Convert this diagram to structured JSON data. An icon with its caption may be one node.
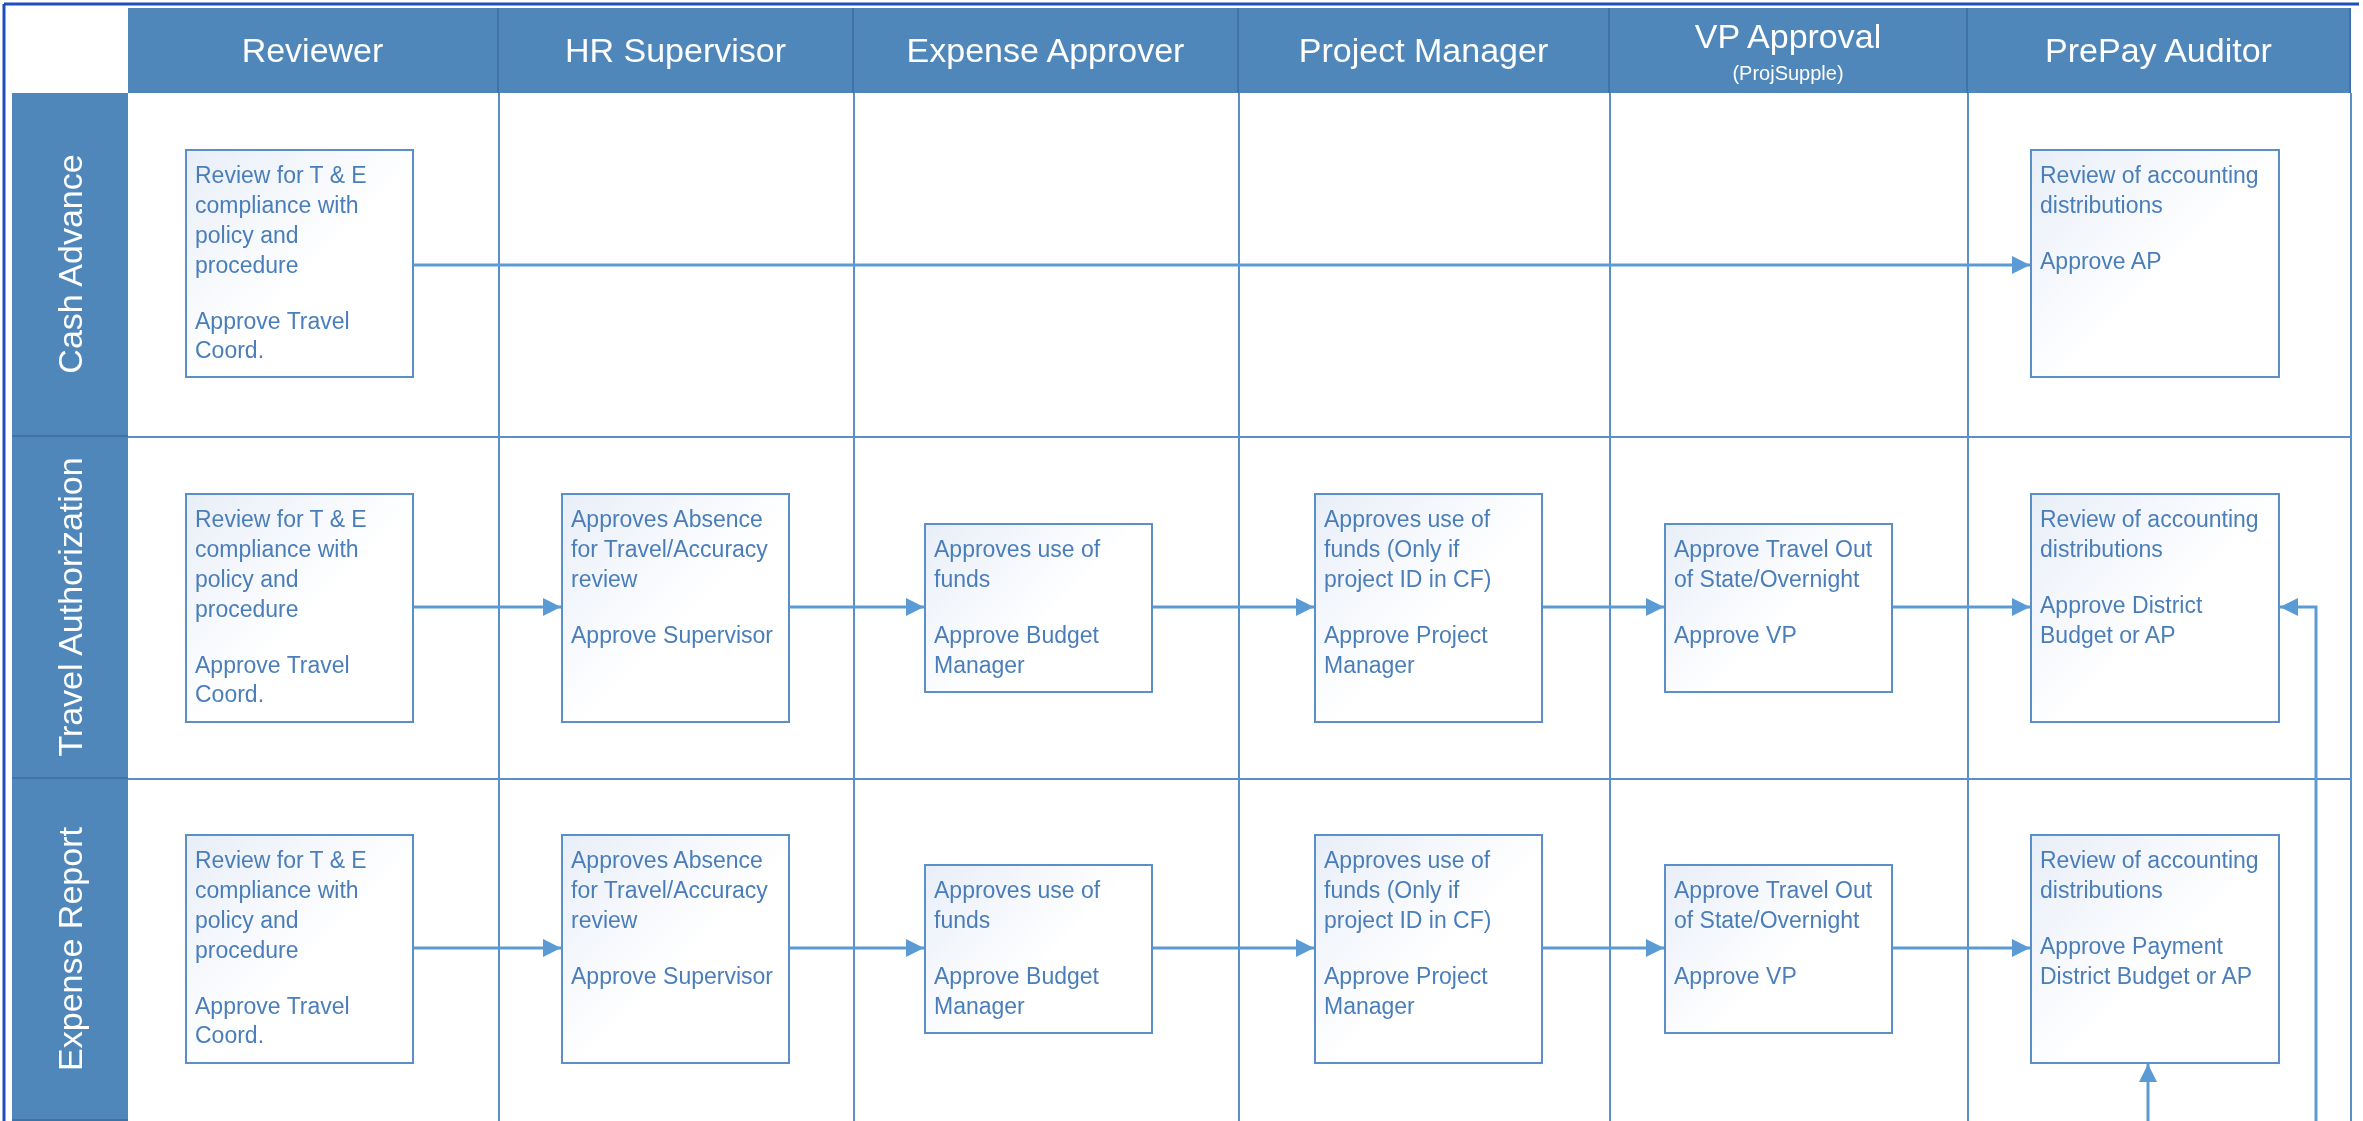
{
  "diagram": {
    "nodes": [
      {
        "text": [
          "Reviewer"
        ]
      },
      {
        "text": [
          "HR Supervisor"
        ]
      },
      {
        "text": [
          "Expense Approver"
        ]
      },
      {
        "text": [
          "Project Manager"
        ]
      },
      {
        "text": [
          "VP Approval",
          "(ProjSupple)"
        ]
      },
      {
        "text": [
          "PrePay Auditor"
        ]
      },
      {
        "text": [
          "Cash Advance"
        ]
      },
      {
        "text": [
          "Travel Authorization"
        ]
      },
      {
        "text": [
          "Expense Report"
        ]
      },
      {
        "text": [
          "Review for T & E compliance with policy and procedure",
          "Approve Travel Coord."
        ]
      },
      {
        "text": [
          "Review of accounting distributions",
          "Approve AP"
        ]
      },
      {
        "text": [
          "Review for T & E compliance with policy and procedure",
          "Approve Travel Coord."
        ]
      },
      {
        "text": [
          "Approves Absence for Travel/Accuracy review",
          "Approve Supervisor"
        ]
      },
      {
        "text": [
          "Approves use of funds",
          "Approve Budget Manager"
        ]
      },
      {
        "text": [
          "Approves use of funds (Only if project ID in CF)",
          "Approve Project Manager"
        ]
      },
      {
        "text": [
          "Approve Travel Out of State/Overnight",
          "Approve VP"
        ]
      },
      {
        "text": [
          "Review of accounting distributions",
          "Approve District Budget or AP"
        ]
      },
      {
        "text": [
          "Review for T & E compliance with policy and procedure",
          "Approve Travel Coord."
        ]
      },
      {
        "text": [
          "Approves Absence for Travel/Accuracy review",
          "Approve Supervisor"
        ]
      },
      {
        "text": [
          "Approves use of funds",
          "Approve Budget Manager"
        ]
      },
      {
        "text": [
          "Approves use of funds (Only if project ID in CF)",
          "Approve Project Manager"
        ]
      },
      {
        "text": [
          "Approve Travel Out of State/Overnight",
          "Approve VP"
        ]
      },
      {
        "text": [
          "Review of accounting distributions",
          "Approve Payment District Budget or AP"
        ]
      }
    ],
    "edges": [
      {
        "from": 9,
        "to": 10,
        "arrow": "to"
      },
      {
        "from": 11,
        "to": 12,
        "arrow": "to"
      },
      {
        "from": 12,
        "to": 13,
        "arrow": "to"
      },
      {
        "from": 13,
        "to": 14,
        "arrow": "to"
      },
      {
        "from": 14,
        "to": 15,
        "arrow": "to"
      },
      {
        "from": 15,
        "to": 16,
        "arrow": "to"
      },
      {
        "from": 17,
        "to": 18,
        "arrow": "to"
      },
      {
        "from": 18,
        "to": 19,
        "arrow": "to"
      },
      {
        "from": 19,
        "to": 20,
        "arrow": "to"
      },
      {
        "from": 20,
        "to": 21,
        "arrow": "to"
      },
      {
        "from": 21,
        "to": 22,
        "arrow": "to"
      },
      {
        "from": null,
        "to": 16,
        "arrow": "to"
      },
      {
        "from": null,
        "to": 22,
        "arrow": "to"
      }
    ]
  }
}
